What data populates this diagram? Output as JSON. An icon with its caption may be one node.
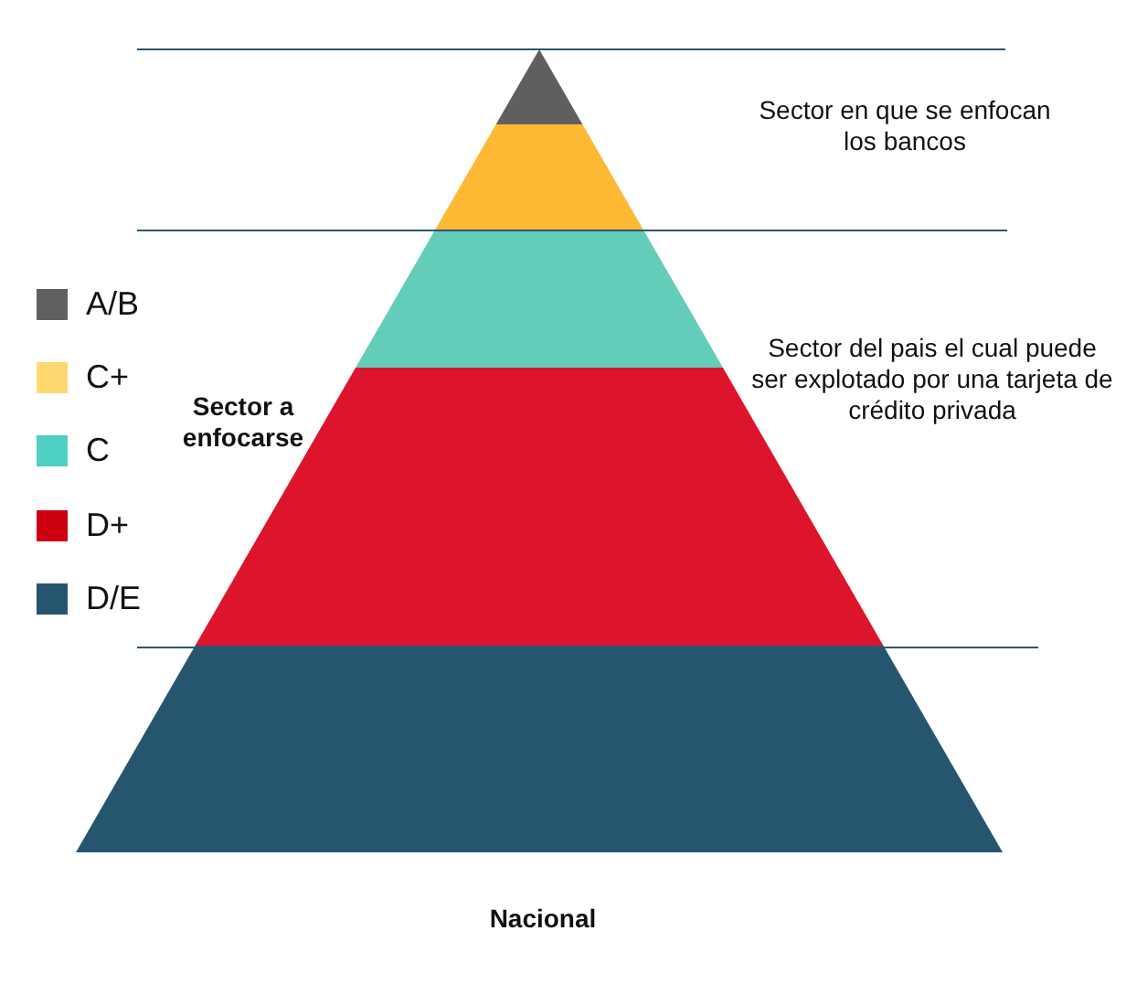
{
  "diagram": {
    "labels": [
      "Sector en que se enfocan los bancos",
      "Sector del pais el cual puede ser explotado por una tarjeta de crédito privada",
      "Sector a enfocarse",
      "Nacional"
    ],
    "legend": [
      {
        "text": "A/B",
        "color": "#606060"
      },
      {
        "text": "C+",
        "color": "#ffd86f"
      },
      {
        "text": "C",
        "color": "#4fd0c4"
      },
      {
        "text": "D+",
        "color": "#cc0011"
      },
      {
        "text": "D/E",
        "color": "#265570"
      }
    ]
  }
}
